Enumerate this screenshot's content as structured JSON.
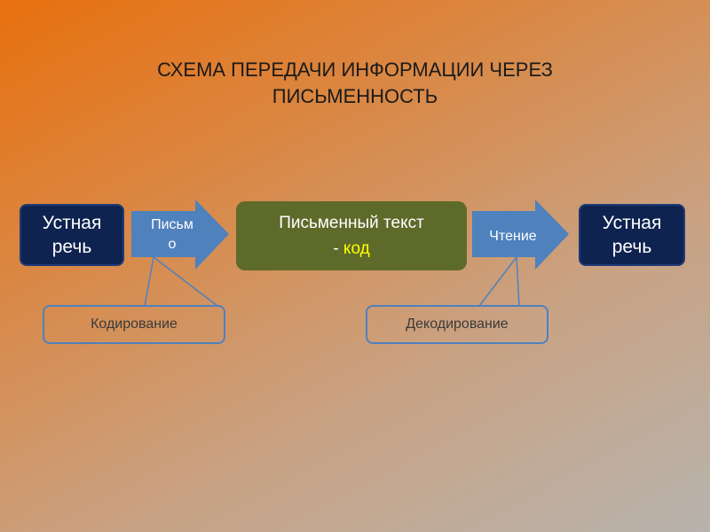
{
  "title": {
    "line1": "СХЕМА ПЕРЕДАЧИ ИНФОРМАЦИИ ЧЕРЕЗ",
    "line2": "ПИСЬМЕННОСТЬ"
  },
  "nodes": {
    "left": {
      "line1": "Устная",
      "line2": "речь"
    },
    "center": {
      "line1": "Письменный текст",
      "dash": "- ",
      "code": "код"
    },
    "right": {
      "line1": "Устная",
      "line2": "речь"
    }
  },
  "arrows": {
    "left": {
      "line1": "Письм",
      "line2": "о"
    },
    "right": {
      "label": "Чтение"
    }
  },
  "callouts": {
    "left": "Кодирование",
    "right": "Декодирование"
  },
  "colors": {
    "dark_box": "#0f2350",
    "green_box": "#5e6a2a",
    "arrow": "#4f81bd",
    "code_text": "#ffff00"
  }
}
